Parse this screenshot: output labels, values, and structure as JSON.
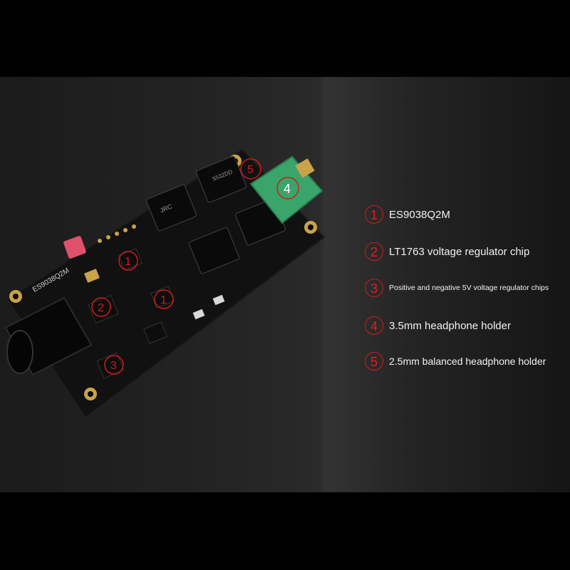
{
  "board": {
    "silkscreen_label": "ES9038Q2M",
    "chip_marking_brand": "JRC",
    "chip_marking_model": "5532DD",
    "markers": [
      "1",
      "2",
      "3",
      "4",
      "5"
    ]
  },
  "legend": [
    {
      "num": "1",
      "text": "ES9038Q2M"
    },
    {
      "num": "2",
      "text": "LT1763 voltage regulator chip"
    },
    {
      "num": "3",
      "text": "Positive and negative 5V voltage regulator chips"
    },
    {
      "num": "4",
      "text": "3.5mm headphone holder"
    },
    {
      "num": "5",
      "text": "2.5mm balanced headphone holder"
    }
  ],
  "colors": {
    "background": "#000000",
    "pcb": "#111111",
    "marker_red": "#d11a1a",
    "jack_green": "#3aa56b",
    "jumper_red": "#e0506a",
    "gold_pad": "#c9a24a"
  }
}
